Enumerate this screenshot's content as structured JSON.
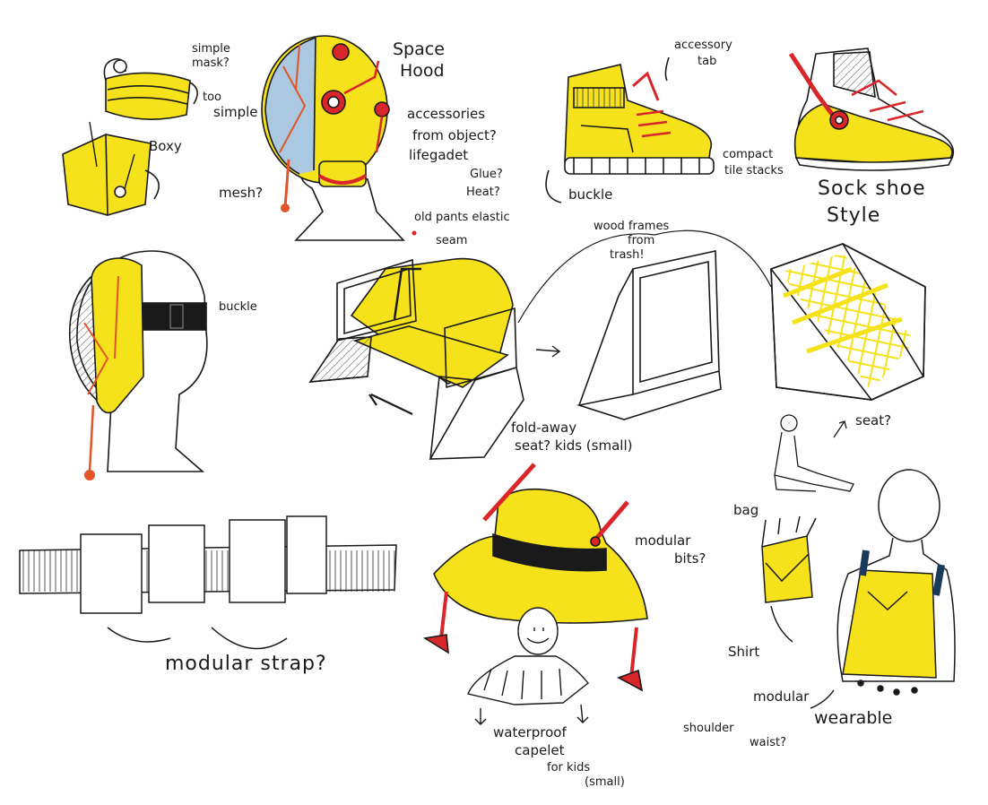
{
  "sheet": {
    "ink_color": "#1a1a1a",
    "marker_yellow": "#f5e21b",
    "marker_red": "#d9262a",
    "marker_orange": "#e0552a",
    "marker_blue": "#aac8e0",
    "strap_black": "#1a1a1a"
  },
  "notes": {
    "simple_mask": "simple",
    "simple_mask_2": "mask?",
    "too_simple": "too",
    "too_simple_2": "simple",
    "boxy": "Boxy",
    "space_hood": "Space",
    "space_hood_2": "Hood",
    "accessories": "accessories",
    "from_lifegadget": "from object?",
    "lifegadget": "lifegadet",
    "glue": "Glue?",
    "heat": "Heat?",
    "mesh": "mesh?",
    "old_pants": "old pants elastic",
    "seam": "seam",
    "accessory_tab": "accessory",
    "accessory_tab_2": "tab",
    "compact": "compact",
    "tile_stacks": "tile stacks",
    "buckle_shoe": "buckle",
    "sock_shoe": "Sock shoe",
    "sock_shoe_2": "Style",
    "buckle_visor": "buckle",
    "wood_frames": "wood frames",
    "from_trash": "from",
    "from_trash_2": "trash!",
    "fold_away": "fold-away",
    "seat_kids": "seat? kids (small)",
    "seat": "seat?",
    "bag": "bag",
    "modular_bits": "modular",
    "modular_bits_2": "bits?",
    "modular_strap": "modular strap?",
    "waterproof": "waterproof",
    "capelet": "capelet",
    "for_kids": "for kids",
    "small": "(small)",
    "shirt": "Shirt",
    "modular": "modular",
    "wearable": "wearable",
    "shoulder": "shoulder",
    "waist": "waist?"
  }
}
